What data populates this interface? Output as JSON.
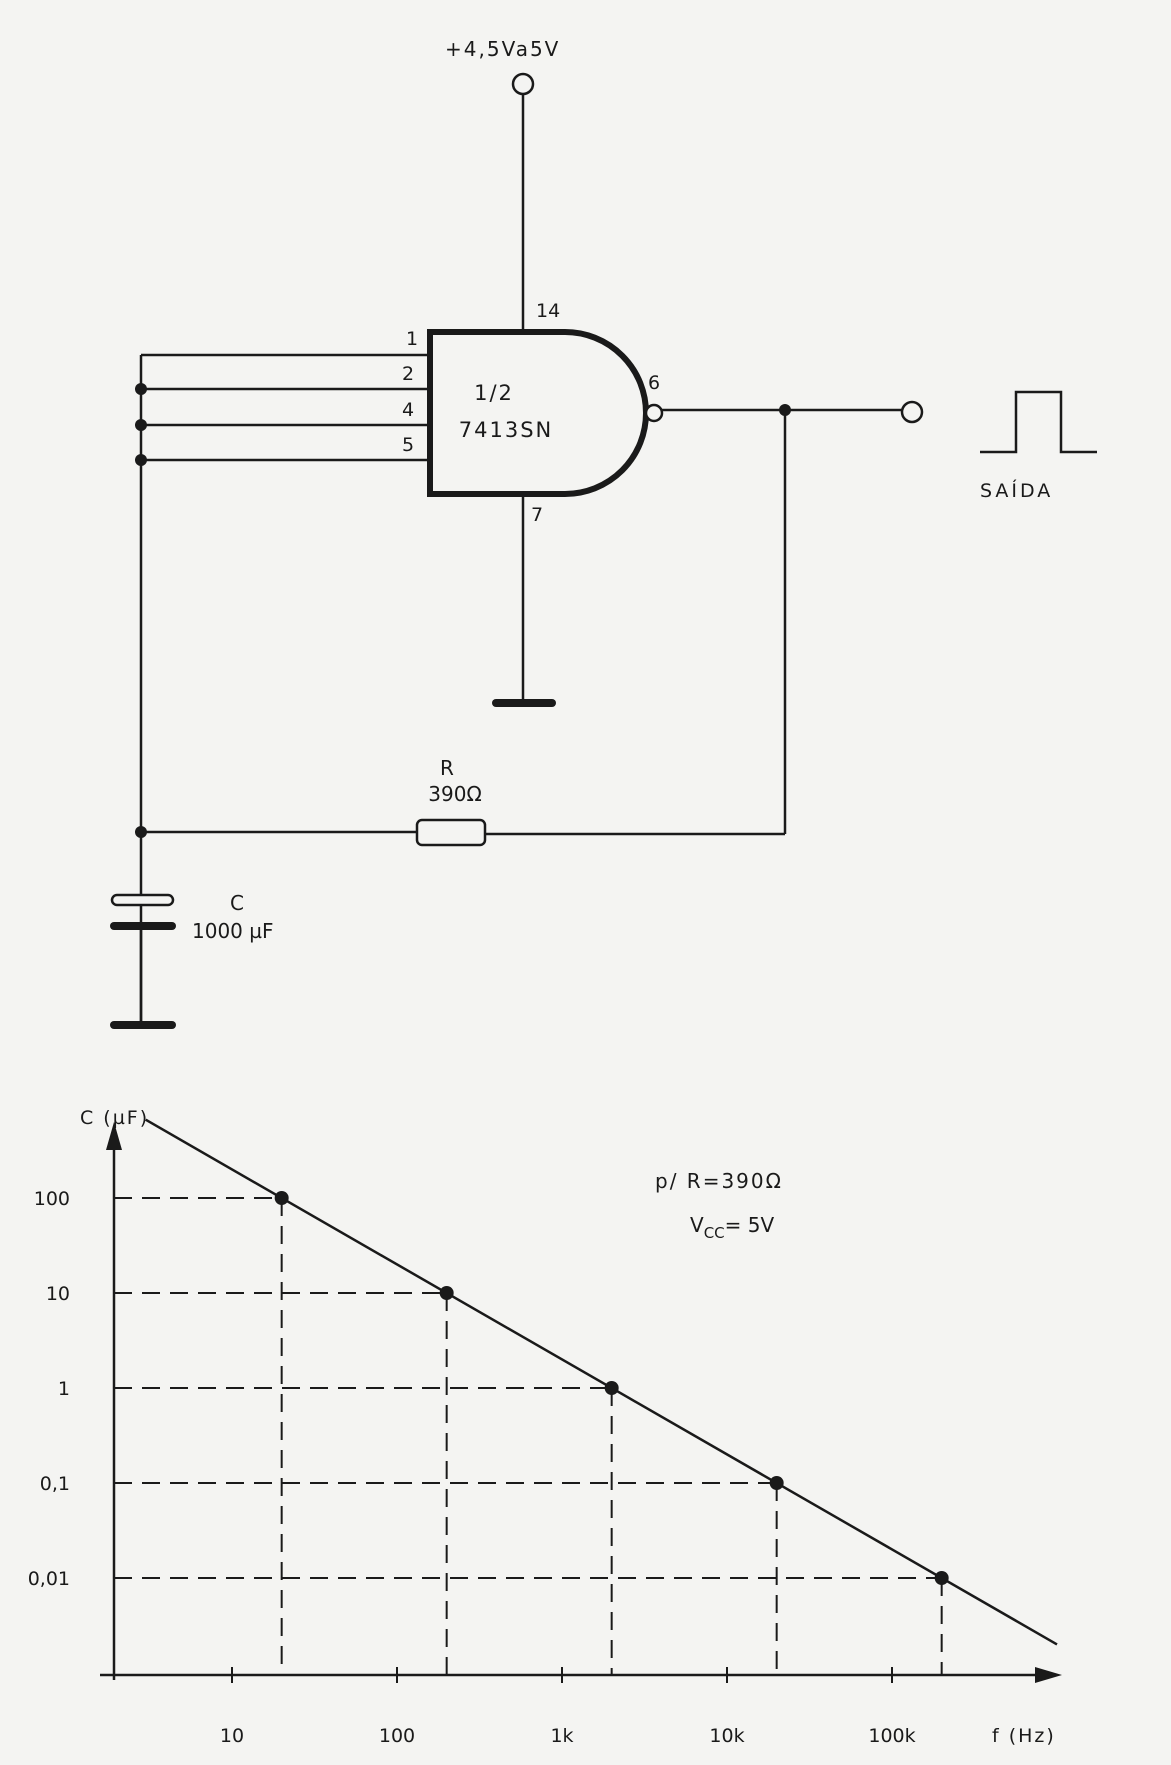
{
  "circuit": {
    "supply_label": "+4,5Va5V",
    "gate_label_1": "1/2",
    "gate_label_2": "7413SN",
    "pins": {
      "p1": "1",
      "p2": "2",
      "p4": "4",
      "p5": "5",
      "p6": "6",
      "p7": "7",
      "p14": "14"
    },
    "output_label": "SAÍDA",
    "resistor": {
      "name": "R",
      "value": "390Ω"
    },
    "capacitor": {
      "name": "C",
      "value": "1000 µF"
    }
  },
  "chart_data": {
    "type": "line",
    "xlabel": "f (Hz)",
    "ylabel": "C (µF)",
    "x_scale": "log",
    "y_scale": "log",
    "x_ticks": [
      10,
      100,
      1000,
      10000,
      100000
    ],
    "x_tick_labels": [
      "10",
      "100",
      "1k",
      "10k",
      "100k"
    ],
    "y_ticks": [
      100,
      10,
      1,
      0.1,
      0.01
    ],
    "y_tick_labels": [
      "100",
      "10",
      "1",
      "0,1",
      "0,01"
    ],
    "annotation_1": "p/ R=390Ω",
    "annotation_2": "VCC= 5V",
    "points": [
      {
        "x": 20,
        "y": 100
      },
      {
        "x": 200,
        "y": 10
      },
      {
        "x": 2000,
        "y": 1
      },
      {
        "x": 20000,
        "y": 0.1
      },
      {
        "x": 200000,
        "y": 0.01
      }
    ],
    "line_x_range": [
      3,
      1000000
    ]
  }
}
